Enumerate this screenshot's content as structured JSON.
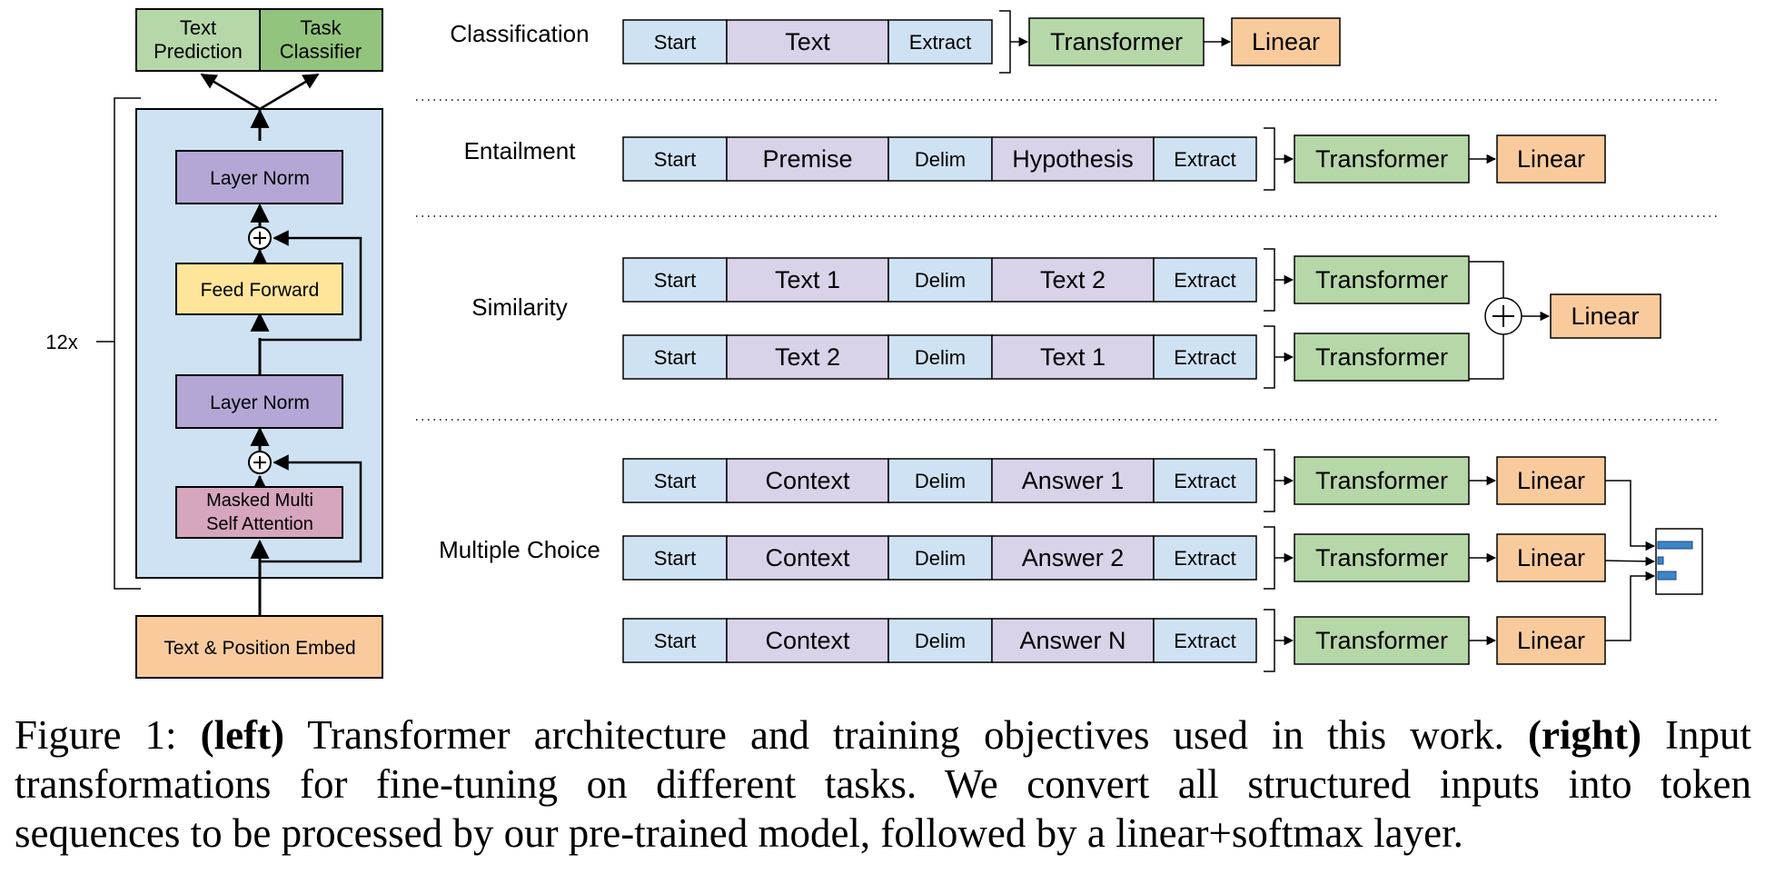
{
  "architecture": {
    "heads": [
      "Text Prediction",
      "Task Classifier"
    ],
    "repeat_label": "12x",
    "block": {
      "layer_norm_top": "Layer Norm",
      "feed_forward": "Feed Forward",
      "layer_norm_bottom": "Layer Norm",
      "attention": "Masked Multi Self Attention"
    },
    "embed": "Text & Position Embed"
  },
  "tasks": [
    {
      "name": "Classification",
      "rows": [
        {
          "tokens": [
            "Start",
            "Text",
            "Extract"
          ],
          "model": "Transformer",
          "head": "Linear"
        }
      ]
    },
    {
      "name": "Entailment",
      "rows": [
        {
          "tokens": [
            "Start",
            "Premise",
            "Delim",
            "Hypothesis",
            "Extract"
          ],
          "model": "Transformer",
          "head": "Linear"
        }
      ]
    },
    {
      "name": "Similarity",
      "rows": [
        {
          "tokens": [
            "Start",
            "Text 1",
            "Delim",
            "Text 2",
            "Extract"
          ],
          "model": "Transformer"
        },
        {
          "tokens": [
            "Start",
            "Text 2",
            "Delim",
            "Text 1",
            "Extract"
          ],
          "model": "Transformer"
        }
      ],
      "combine_head": "Linear"
    },
    {
      "name": "Multiple Choice",
      "rows": [
        {
          "tokens": [
            "Start",
            "Context",
            "Delim",
            "Answer 1",
            "Extract"
          ],
          "model": "Transformer",
          "head": "Linear"
        },
        {
          "tokens": [
            "Start",
            "Context",
            "Delim",
            "Answer 2",
            "Extract"
          ],
          "model": "Transformer",
          "head": "Linear"
        },
        {
          "tokens": [
            "Start",
            "Context",
            "Delim",
            "Answer N",
            "Extract"
          ],
          "model": "Transformer",
          "head": "Linear"
        }
      ]
    }
  ],
  "caption": {
    "prefix": "Figure 1: ",
    "left_bold": "(left)",
    "left_text": " Transformer architecture and training objectives used in this work. ",
    "right_bold": "(right)",
    "right_text_line1": " Input",
    "line2": "transformations for fine-tuning on different tasks.  We convert all structured inputs into token",
    "line3": "sequences to be processed by our pre-trained model, followed by a linear+softmax layer."
  },
  "colors": {
    "green": "#b6d7a8",
    "green_dark": "#93c47d",
    "blue_light": "#cfe2f3",
    "purple_light": "#d9d2e9",
    "purple": "#b4a7d6",
    "yellow": "#ffe599",
    "pink": "#d5a6bd",
    "orange": "#f9cb9c",
    "bar_blue": "#3d85c6",
    "stroke": "#000000"
  }
}
